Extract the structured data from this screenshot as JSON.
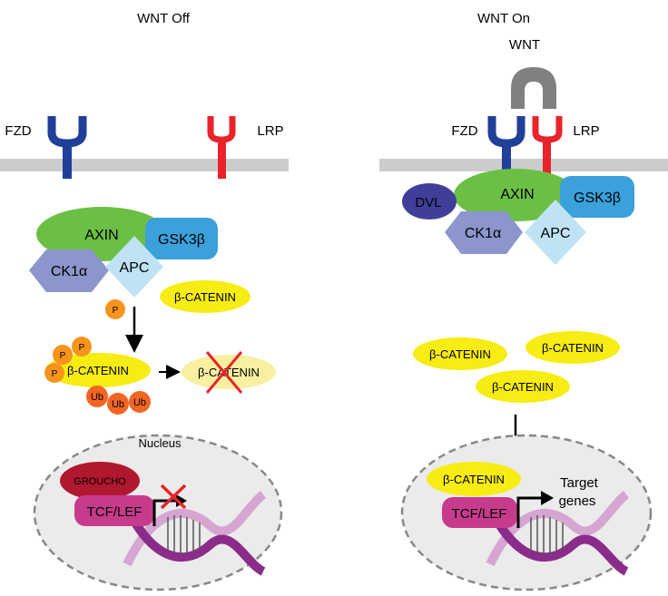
{
  "panels": {
    "off": {
      "title": "WNT Off"
    },
    "on": {
      "title": "WNT On"
    }
  },
  "labels": {
    "wnt": "WNT",
    "fzd": "FZD",
    "lrp": "LRP",
    "axin": "AXIN",
    "gsk3b": "GSK3β",
    "ck1a": "CK1α",
    "apc": "APC",
    "dvl": "DVL",
    "bcatenin": "β-CATENIN",
    "p": "P",
    "ub": "Ub",
    "nucleus": "Nucleus",
    "groucho": "GROUCHO",
    "tcf_lef": "TCF/LEF",
    "target_line1": "Target",
    "target_line2": "genes"
  },
  "colors": {
    "membrane": "#cccccc",
    "fzd": "#1f3f99",
    "lrp": "#e8232a",
    "wnt": "#808080",
    "axin": "#6cbf45",
    "gsk3b": "#3aa1db",
    "ck1a": "#8c96cc",
    "apc": "#bfe3f5",
    "dvl": "#3f3f99",
    "bcatenin": "#f7ec13",
    "bcatenin_degraded": "#f8f0a0",
    "phosphate": "#f7941d",
    "ubiquitin": "#f26522",
    "nucleus_fill": "#ebebeb",
    "groucho": "#b0182f",
    "tcf_lef": "#c73b8d",
    "dna_dark": "#8b2c8b",
    "dna_light": "#d6a5d2",
    "cross": "#e8232a"
  }
}
